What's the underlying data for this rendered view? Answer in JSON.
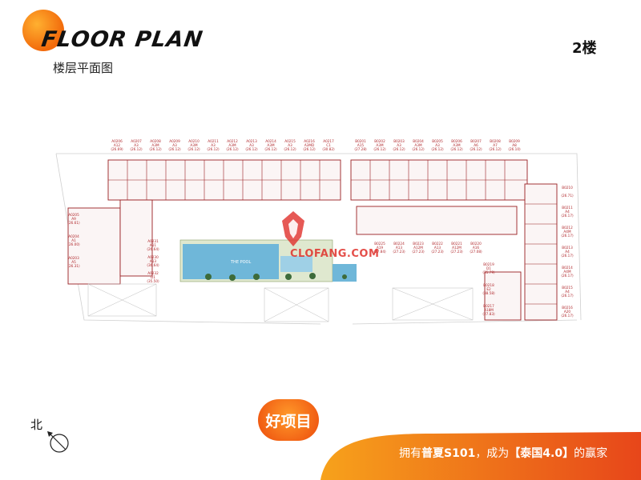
{
  "header": {
    "title": "FLOOR PLAN",
    "subtitle": "楼层平面图",
    "floor_label": "2楼"
  },
  "watermark": {
    "text": "CLOFANG.COM"
  },
  "plan": {
    "pool_label": "THE POOL",
    "units_top_left": [
      {
        "id": "A0206",
        "type": "A12",
        "area": "(26.69)"
      },
      {
        "id": "A0207",
        "type": "A3",
        "area": "(26.12)"
      },
      {
        "id": "A0208",
        "type": "A3M",
        "area": "(26.12)"
      },
      {
        "id": "A0209",
        "type": "A3",
        "area": "(26.12)"
      },
      {
        "id": "A0210",
        "type": "A3M",
        "area": "(26.12)"
      },
      {
        "id": "A0211",
        "type": "A3",
        "area": "(26.12)"
      },
      {
        "id": "A0212",
        "type": "A3M",
        "area": "(26.12)"
      },
      {
        "id": "A0213",
        "type": "A3",
        "area": "(26.12)"
      },
      {
        "id": "A0214",
        "type": "A3M",
        "area": "(26.12)"
      },
      {
        "id": "A0215",
        "type": "A3",
        "area": "(26.12)"
      },
      {
        "id": "A0216",
        "type": "A3MD",
        "area": "(26.12)"
      },
      {
        "id": "A0217",
        "type": "C1",
        "area": "(30.82)"
      }
    ],
    "units_top_right": [
      {
        "id": "B0201",
        "type": "A15",
        "area": "(27.28)"
      },
      {
        "id": "B0202",
        "type": "A3M",
        "area": "(26.12)"
      },
      {
        "id": "B0203",
        "type": "A3",
        "area": "(26.12)"
      },
      {
        "id": "B0204",
        "type": "A3M",
        "area": "(26.12)"
      },
      {
        "id": "B0205",
        "type": "A3",
        "area": "(26.12)"
      },
      {
        "id": "B0206",
        "type": "A3M",
        "area": "(26.12)"
      },
      {
        "id": "B0207",
        "type": "A6",
        "area": "(26.12)"
      },
      {
        "id": "B0208",
        "type": "A7",
        "area": "(26.12)"
      },
      {
        "id": "B0209",
        "type": "A8",
        "area": "(26.10)"
      }
    ],
    "units_left": [
      {
        "id": "A0205",
        "type": "A9",
        "area": "(26.61)"
      },
      {
        "id": "A0204",
        "type": "A1",
        "area": "(26.00)"
      },
      {
        "id": "A0203",
        "type": "A5",
        "area": "(26.31)"
      }
    ],
    "units_mid_left": [
      {
        "id": "A0231",
        "type": "A11",
        "area": "(26.64)"
      },
      {
        "id": "A0230",
        "type": "A13",
        "area": "(36.64)"
      },
      {
        "id": "A0232",
        "type": "D1",
        "area": "(35.50)"
      }
    ],
    "units_mid_right": [
      {
        "id": "B0225",
        "type": "A19",
        "area": "(27.84)"
      },
      {
        "id": "B0224",
        "type": "A13",
        "area": "(27.23)"
      },
      {
        "id": "B0223",
        "type": "A12M",
        "area": "(27.23)"
      },
      {
        "id": "B0222",
        "type": "A13",
        "area": "(27.23)"
      },
      {
        "id": "B0221",
        "type": "A12M",
        "area": "(27.23)"
      },
      {
        "id": "B0220",
        "type": "A16",
        "area": "(27.08)"
      }
    ],
    "units_right": [
      {
        "id": "B0210",
        "type": "",
        "area": "(26.71)"
      },
      {
        "id": "B0211",
        "type": "A4",
        "area": "(26.17)"
      },
      {
        "id": "B0212",
        "type": "A4M",
        "area": "(26.17)"
      },
      {
        "id": "B0213",
        "type": "A4",
        "area": "(26.17)"
      },
      {
        "id": "B0214",
        "type": "A4M",
        "area": "(26.17)"
      },
      {
        "id": "B0215",
        "type": "A4",
        "area": "(26.17)"
      },
      {
        "id": "B0216",
        "type": "A20",
        "area": "(26.17)"
      }
    ],
    "units_lower_right": [
      {
        "id": "B0219",
        "type": "D1",
        "area": "(35.79)"
      },
      {
        "id": "B0218",
        "type": "E2",
        "area": "(38.58)"
      },
      {
        "id": "B0217",
        "type": "A18M",
        "area": "(27.83)"
      }
    ]
  },
  "brand": {
    "badge": "好项目"
  },
  "compass": {
    "north": "北"
  },
  "banner": {
    "t1": "拥有",
    "t2": "普夏S101",
    "t3": "，成为",
    "t4": "【泰国4.0】",
    "t5": "的赢家",
    "color_start": "#f7a21b",
    "color_end": "#e7461a"
  },
  "colors": {
    "accent": "#f26a0b",
    "unit_label": "#b0282c",
    "pool": "#6fb7d9"
  }
}
